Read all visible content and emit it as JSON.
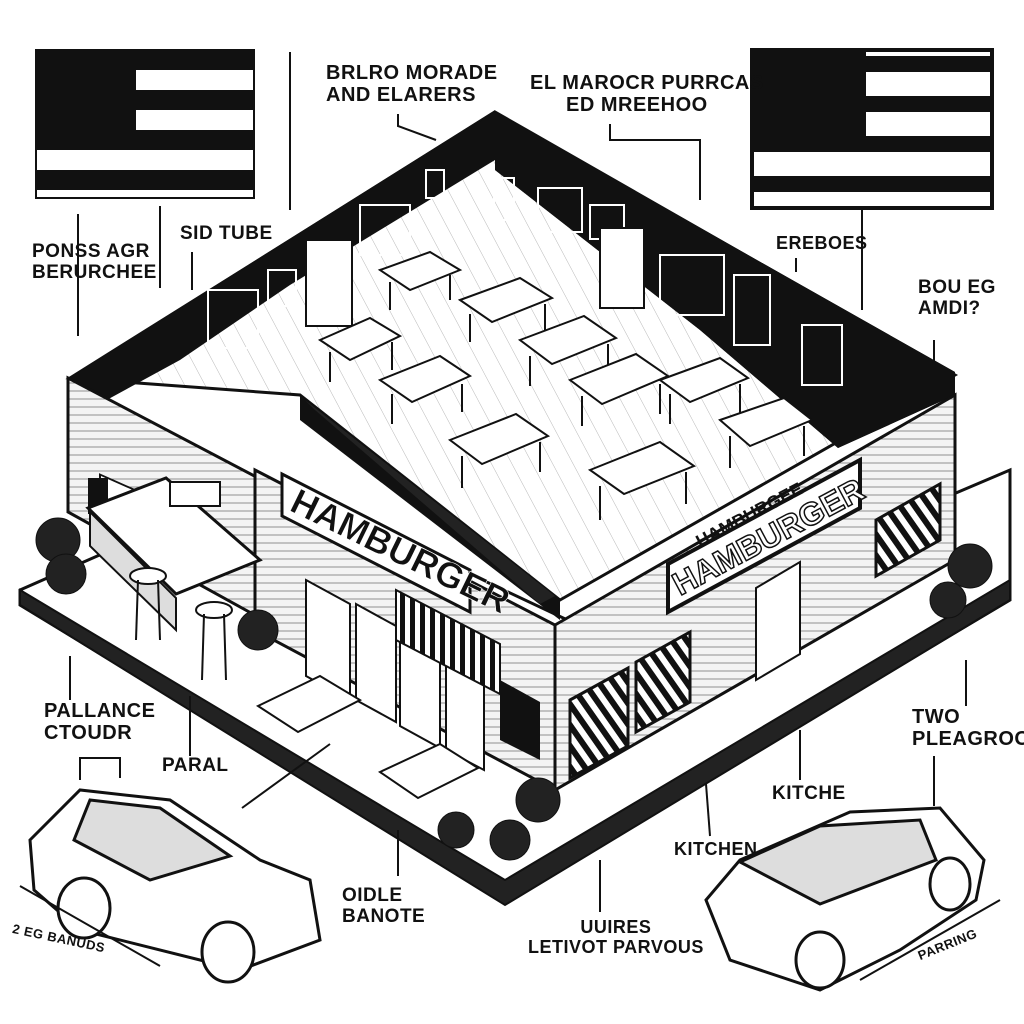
{
  "labels": {
    "top_center": [
      "BRLRO MORADE",
      "AND ELARERS"
    ],
    "top_right": [
      "EL MAROCR PURRCAS",
      "ED MREEHOO"
    ],
    "side_tube": [
      "SID TUBE"
    ],
    "left_upper": [
      "PONSS AGR",
      "BERURCHEE"
    ],
    "right_upper": [
      "EREBOES"
    ],
    "right_mid": [
      "BOU EG",
      "AMDI?"
    ],
    "left_lower": [
      "PALLANCE",
      "CTOUDR"
    ],
    "paral": [
      "PARAL"
    ],
    "right_lower": [
      "TWO",
      "PLEAGROOMES"
    ],
    "kitche": [
      "KITCHE"
    ],
    "kitchen": [
      "KITCHEN"
    ],
    "center_bottom": [
      "OIDLE",
      "BANOTE"
    ],
    "bottom_right_center": [
      "UUIRES",
      "LETIVOT PARVOUS"
    ],
    "car_left": [
      "2 EG BANUDS"
    ],
    "car_right": [
      "PARRING"
    ]
  },
  "signs": {
    "front": "HAMBURGER",
    "side": "HAMBURGER",
    "side_top": "HAMBURGEE"
  },
  "colors": {
    "ink": "#111111",
    "paper": "#ffffff",
    "shade": "#9a9a9a",
    "wood": "#f2f2f2"
  },
  "icons": [
    "us-flag-icon",
    "car-icon",
    "bush-icon",
    "table-icon",
    "stool-icon"
  ]
}
